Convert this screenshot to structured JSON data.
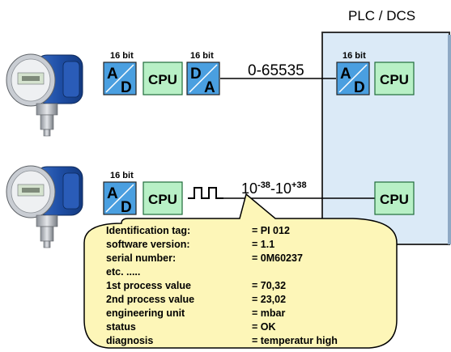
{
  "plc": {
    "title": "PLC / DCS"
  },
  "blocks": {
    "bits_label": "16 bit",
    "cpu_label": "CPU",
    "ad_top": "A",
    "ad_bottom": "D",
    "da_top": "D",
    "da_bottom": "A"
  },
  "signals": {
    "analog_range": "0-65535",
    "digital_base": "10",
    "digital_exp_low": "-38",
    "digital_sep": "-10",
    "digital_exp_high": "+38"
  },
  "info": {
    "rows": [
      {
        "label": "Identification tag:",
        "value": "= PI 012"
      },
      {
        "label": "software version:",
        "value": "= 1.1"
      },
      {
        "label": "serial number:",
        "value": "= 0M60237"
      },
      {
        "label": "etc. .....",
        "value": ""
      },
      {
        "label": "1st process value",
        "value": "= 70,32"
      },
      {
        "label": "2nd process value",
        "value": "= 23,02"
      },
      {
        "label": "engineering unit",
        "value": "= mbar"
      },
      {
        "label": "status",
        "value": "= OK"
      },
      {
        "label": "diagnosis",
        "value": "= temperatur high"
      }
    ]
  },
  "colors": {
    "plc_fill": "#dbeaf7",
    "converter_fill": "#4a9fe0",
    "cpu_fill": "#b8f0c6",
    "bubble_fill": "#fdf6b8",
    "transmitter_blue": "#1f4fa6"
  }
}
